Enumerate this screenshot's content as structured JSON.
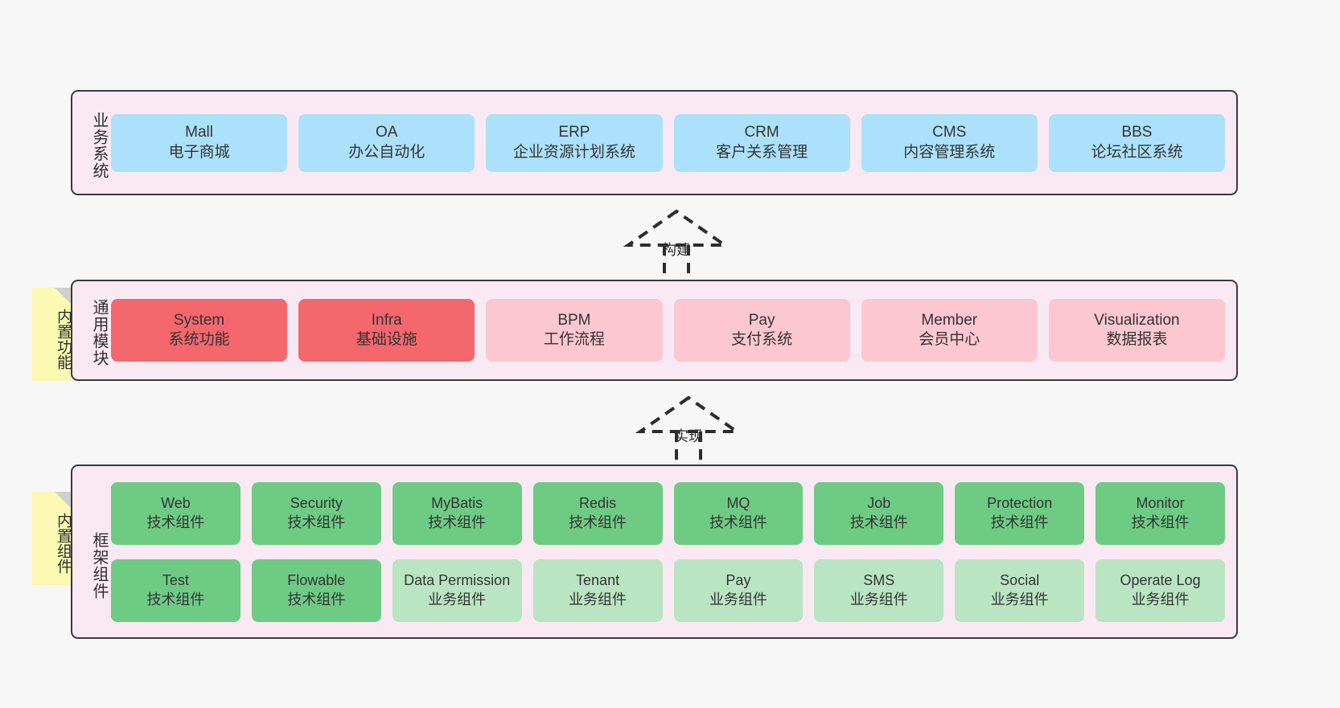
{
  "diagram": {
    "background_color": "#f7f7f7",
    "layer_bg_color": "#f9e9f3",
    "note_color": "#fbf8b1",
    "colors": {
      "blue": "#ace1fb",
      "red": "#f4676d",
      "pink": "#fcc7d0",
      "green": "#6ecb84",
      "light_green": "#b9e5c3"
    }
  },
  "layers": {
    "business": {
      "label": "业务系统",
      "nodes": [
        {
          "title": "Mall",
          "sub": "电子商城",
          "color": "blue"
        },
        {
          "title": "OA",
          "sub": "办公自动化",
          "color": "blue"
        },
        {
          "title": "ERP",
          "sub": "企业资源计划系统",
          "color": "blue"
        },
        {
          "title": "CRM",
          "sub": "客户关系管理",
          "color": "blue"
        },
        {
          "title": "CMS",
          "sub": "内容管理系统",
          "color": "blue"
        },
        {
          "title": "BBS",
          "sub": "论坛社区系统",
          "color": "blue"
        }
      ]
    },
    "modules": {
      "label": "通用模块",
      "note": "内置功能",
      "nodes": [
        {
          "title": "System",
          "sub": "系统功能",
          "color": "red"
        },
        {
          "title": "Infra",
          "sub": "基础设施",
          "color": "red"
        },
        {
          "title": "BPM",
          "sub": "工作流程",
          "color": "pink"
        },
        {
          "title": "Pay",
          "sub": "支付系统",
          "color": "pink"
        },
        {
          "title": "Member",
          "sub": "会员中心",
          "color": "pink"
        },
        {
          "title": "Visualization",
          "sub": "数据报表",
          "color": "pink"
        }
      ]
    },
    "framework": {
      "label": "框架组件",
      "note": "内置组件",
      "rows": [
        [
          {
            "title": "Web",
            "sub": "技术组件",
            "color": "green"
          },
          {
            "title": "Security",
            "sub": "技术组件",
            "color": "green"
          },
          {
            "title": "MyBatis",
            "sub": "技术组件",
            "color": "green"
          },
          {
            "title": "Redis",
            "sub": "技术组件",
            "color": "green"
          },
          {
            "title": "MQ",
            "sub": "技术组件",
            "color": "green"
          },
          {
            "title": "Job",
            "sub": "技术组件",
            "color": "green"
          },
          {
            "title": "Protection",
            "sub": "技术组件",
            "color": "green"
          },
          {
            "title": "Monitor",
            "sub": "技术组件",
            "color": "green"
          }
        ],
        [
          {
            "title": "Test",
            "sub": "技术组件",
            "color": "green"
          },
          {
            "title": "Flowable",
            "sub": "技术组件",
            "color": "green"
          },
          {
            "title": "Data Permission",
            "sub": "业务组件",
            "color": "light_green",
            "wrap": true
          },
          {
            "title": "Tenant",
            "sub": "业务组件",
            "color": "light_green"
          },
          {
            "title": "Pay",
            "sub": "业务组件",
            "color": "light_green"
          },
          {
            "title": "SMS",
            "sub": "业务组件",
            "color": "light_green"
          },
          {
            "title": "Social",
            "sub": "业务组件",
            "color": "light_green"
          },
          {
            "title": "Operate Log",
            "sub": "业务组件",
            "color": "light_green"
          }
        ]
      ]
    }
  },
  "connectors": [
    {
      "id": "build",
      "label": "构建",
      "style": "dashed-generalization",
      "direction": "up"
    },
    {
      "id": "realize",
      "label": "实现",
      "style": "dashed-generalization",
      "direction": "up"
    }
  ]
}
